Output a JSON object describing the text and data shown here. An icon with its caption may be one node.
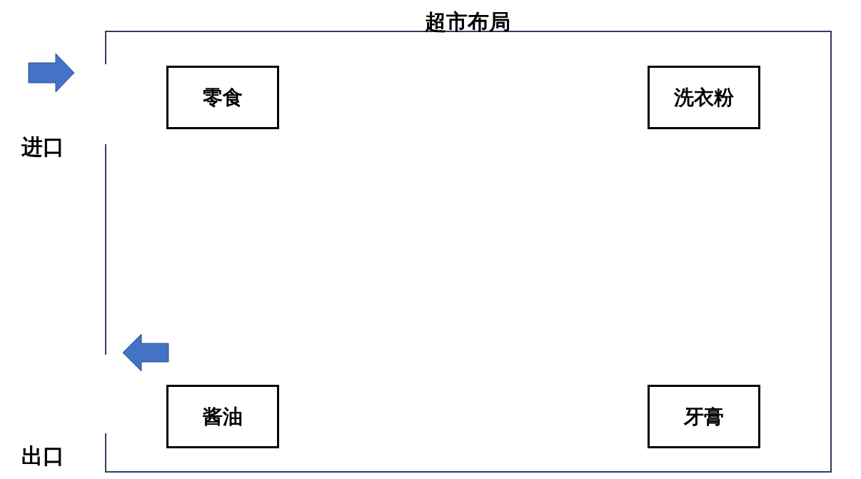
{
  "diagram": {
    "nodes": [
      {
        "text": [
          "超市布局"
        ]
      },
      {
        "text": [
          "零食"
        ],
        "in": 0
      },
      {
        "text": [
          "洗衣粉"
        ],
        "in": 0
      },
      {
        "text": [
          "酱油"
        ],
        "in": 0
      },
      {
        "text": [
          "牙膏"
        ],
        "in": 0
      }
    ],
    "edges": [],
    "labels": [
      "进口",
      "出口"
    ]
  }
}
